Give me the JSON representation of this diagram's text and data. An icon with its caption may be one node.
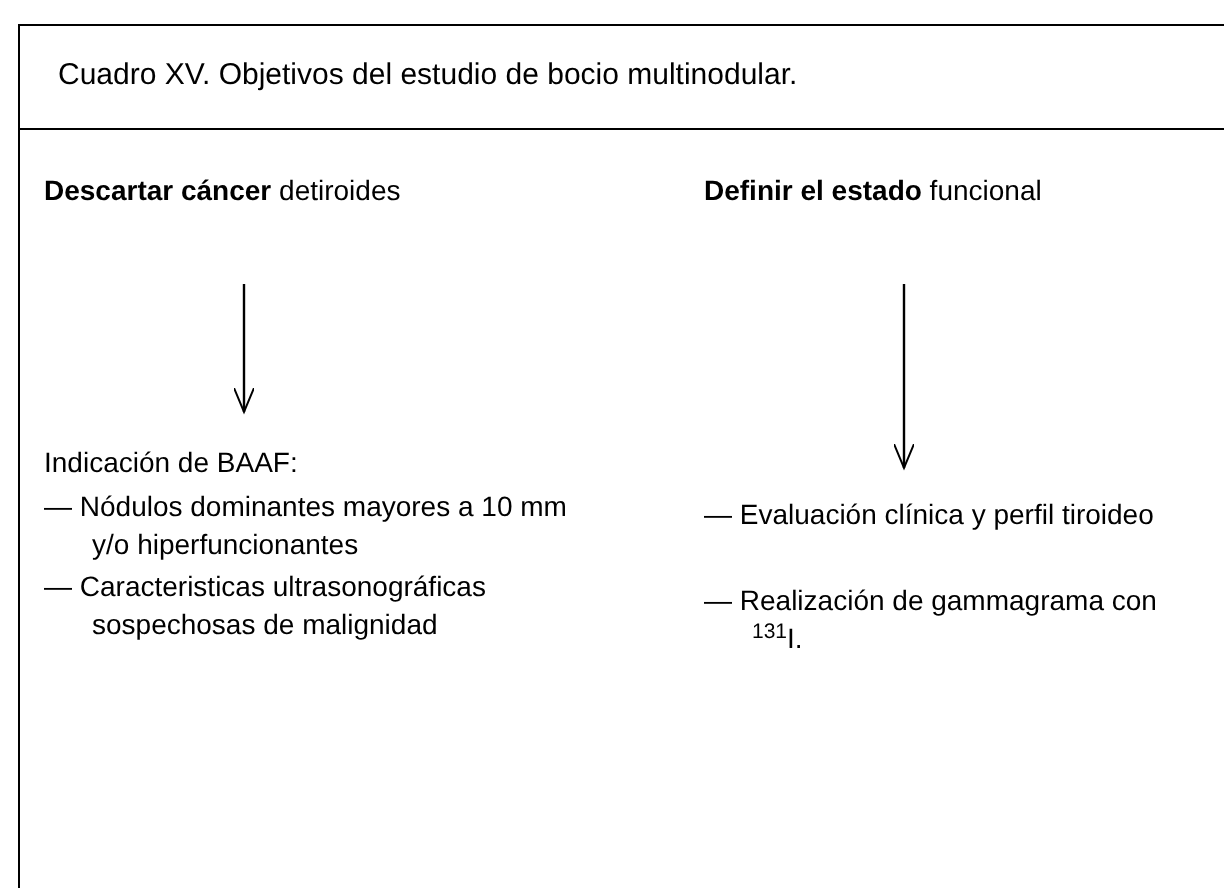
{
  "diagram": {
    "title": "Cuadro XV. Objetivos del estudio de bocio multinodular.",
    "nodes": [
      {
        "text": [
          "**Descartar cáncer** detiroides"
        ]
      },
      {
        "text": [
          "**Definir el estado** funcional"
        ]
      },
      {
        "text": [
          "Indicación de BAAF:",
          "— Nódulos dominantes mayores a 10 mm y/o hiperfuncionantes",
          "— Caracteristicas ultrasonográficas sospechosas de malignidad"
        ]
      },
      {
        "text": [
          "— Evaluación clínica y perfil tiroideo",
          "— Realización de gammagrama con $^{131}$I."
        ]
      }
    ],
    "edges": [
      {
        "from": 0,
        "to": 2,
        "arrow": "to"
      },
      {
        "from": 1,
        "to": 3,
        "arrow": "to"
      }
    ]
  }
}
